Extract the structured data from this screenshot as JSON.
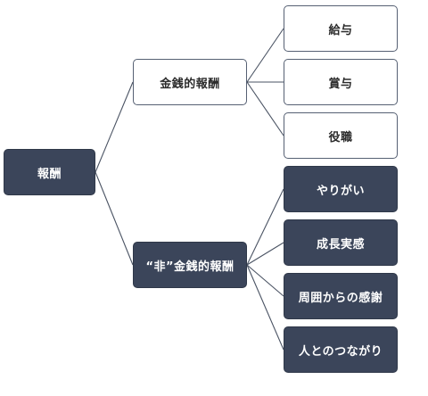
{
  "diagram": {
    "root": {
      "label": "報酬"
    },
    "monetary": {
      "label": "金銭的報酬",
      "children": [
        "給与",
        "賞与",
        "役職"
      ]
    },
    "non_monetary": {
      "label": "“非”金銭的報酬",
      "children": [
        "やりがい",
        "成長実感",
        "周囲からの感謝",
        "人とのつながり"
      ]
    }
  },
  "colors": {
    "dark_node": "#3b455a",
    "light_node": "#ffffff",
    "border": "#566073",
    "connector": "#4a5363"
  }
}
